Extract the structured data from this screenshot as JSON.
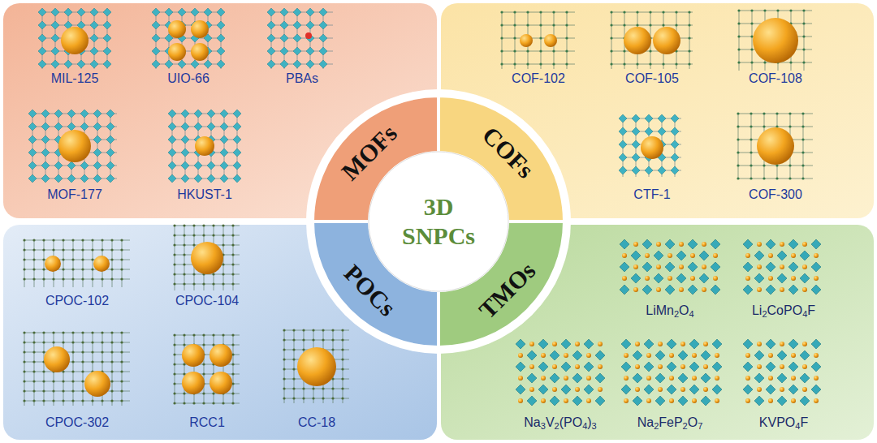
{
  "diagram": {
    "nodes": [
      {
        "text": [
          "MOFs"
        ]
      },
      {
        "text": [
          "COFs"
        ]
      },
      {
        "text": [
          "3D SNPCs"
        ]
      },
      {
        "text": [
          "POCs"
        ]
      },
      {
        "text": [
          "TMOs"
        ]
      }
    ],
    "labels": [
      "MIL-125",
      "UIO-66",
      "PBAs",
      "MOF-177",
      "HKUST-1",
      "COF-102",
      "COF-105",
      "COF-108",
      "CTF-1",
      "COF-300",
      "CPOC-102",
      "CPOC-104",
      "CPOC-302",
      "RCC1",
      "CC-18",
      "LiMn2O4",
      "Li2CoPO4F",
      "Na3V2(PO4)3",
      "Na2FeP2O7",
      "KVPO4F"
    ]
  }
}
